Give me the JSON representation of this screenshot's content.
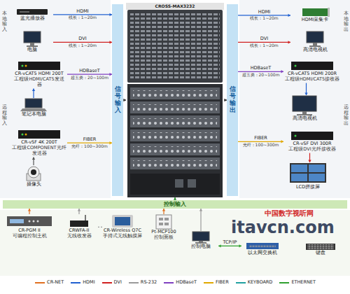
{
  "diagram": {
    "nodes": [
      {
        "text": [
          "信号输入"
        ]
      },
      {
        "text": [
          "CROSS-MAX3232"
        ]
      },
      {
        "text": [
          "信号输出"
        ]
      },
      {
        "text": [
          "控制输入"
        ]
      },
      {
        "text": [
          "蓝光播放器"
        ]
      },
      {
        "text": [
          "电脑"
        ]
      },
      {
        "text": [
          "CR-vCAT5 HDMI 200T",
          "工程级HDMI/CAT5发送器"
        ]
      },
      {
        "text": [
          "笔记本电脑"
        ]
      },
      {
        "text": [
          "CR-vSF 4K 200T",
          "工程级COMPONENT光纤发送器"
        ]
      },
      {
        "text": [
          "摄像头"
        ]
      },
      {
        "text": [
          "HDMI采集卡"
        ]
      },
      {
        "text": [
          "高清电视机"
        ]
      },
      {
        "text": [
          "CR-vCAT5 HDMI 200R",
          "工程级HDMI/CAT5接收器"
        ]
      },
      {
        "text": [
          "高清电视机"
        ]
      },
      {
        "text": [
          "CR-vSF DVI 300R",
          "工程级DVI光纤接收器"
        ]
      },
      {
        "text": [
          "LCD拼接屏"
        ]
      },
      {
        "text": [
          "CR-PGM II",
          "可编程控制主机"
        ]
      },
      {
        "text": [
          "CRWFA-II",
          "无线收发器"
        ]
      },
      {
        "text": [
          "CR-Wireless Q7C",
          "手持式无线触摸屏"
        ]
      },
      {
        "text": [
          "Pt-MCP100",
          "控制面板"
        ]
      },
      {
        "text": [
          "控制电脑"
        ]
      },
      {
        "text": [
          "以太网交换机"
        ]
      },
      {
        "text": [
          "键盘"
        ]
      }
    ],
    "edges": [
      {
        "from": 4,
        "to": 0,
        "arrow": "to",
        "label": "HDMI"
      },
      {
        "from": 5,
        "to": 0,
        "arrow": "to",
        "label": "DVI"
      },
      {
        "from": 7,
        "to": 6,
        "arrow": "to"
      },
      {
        "from": 6,
        "to": 0,
        "arrow": "to",
        "label": "HDBaseT"
      },
      {
        "from": 9,
        "to": 8,
        "arrow": "to"
      },
      {
        "from": 8,
        "to": 0,
        "arrow": "to",
        "label": "FIBER"
      },
      {
        "from": 0,
        "to": 1,
        "arrow": "to"
      },
      {
        "from": 1,
        "to": 2,
        "arrow": "to"
      },
      {
        "from": 2,
        "to": 10,
        "arrow": "to",
        "label": "HDMI"
      },
      {
        "from": 2,
        "to": 11,
        "arrow": "to",
        "label": "DVI"
      },
      {
        "from": 2,
        "to": 12,
        "arrow": "to",
        "label": "HDBaseT"
      },
      {
        "from": 12,
        "to": 13,
        "arrow": "to"
      },
      {
        "from": 2,
        "to": 14,
        "arrow": "to",
        "label": "FIBER"
      },
      {
        "from": 14,
        "to": 15,
        "arrow": "to"
      },
      {
        "from": 3,
        "to": 1,
        "arrow": "to"
      },
      {
        "from": 16,
        "to": 3,
        "arrow": "to"
      },
      {
        "from": 17,
        "to": 3,
        "arrow": "to"
      },
      {
        "from": 18,
        "to": 17,
        "arrow": "none"
      },
      {
        "from": 19,
        "to": 3,
        "arrow": "to"
      },
      {
        "from": 20,
        "to": 3,
        "arrow": "to"
      },
      {
        "from": 21,
        "to": 20,
        "arrow": "both",
        "label": "TCP/IP"
      }
    ],
    "labels": [
      "本地输入",
      "远程输入",
      "本地输出",
      "远程输出",
      "线长：1~20m",
      "线长：1~20m",
      "超五类：20~100m",
      "光纤：100~300m",
      "线长：1~20m",
      "线长：1~20m",
      "超五类：20~100m",
      "光纤：100~300m",
      "中国数字视听网",
      "itavcn.com"
    ],
    "legend": [
      {
        "text": "CR-NET"
      },
      {
        "text": "HDMI"
      },
      {
        "text": "DVI"
      },
      {
        "text": "RS-232"
      },
      {
        "text": "HDBaseT"
      },
      {
        "text": "FIBER"
      },
      {
        "text": "KEYBOARD"
      },
      {
        "text": "ETHERNET"
      }
    ]
  }
}
